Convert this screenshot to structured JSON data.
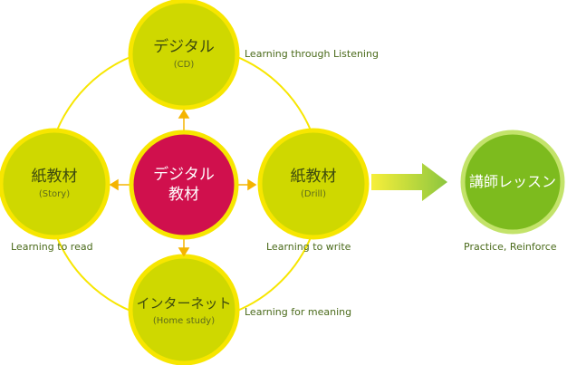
{
  "nodes": {
    "top": {
      "title": "デジタル",
      "subtitle": "(CD)",
      "caption": "Learning through Listening"
    },
    "left": {
      "title": "紙教材",
      "subtitle": "(Story)",
      "caption": "Learning to read"
    },
    "center": {
      "title_line1": "デジタル",
      "title_line2": "教材"
    },
    "right": {
      "title": "紙教材",
      "subtitle": "(Drill)",
      "caption": "Learning to write"
    },
    "bottom": {
      "title": "インターネット",
      "subtitle": "(Home study)",
      "caption": "Learning for meaning"
    },
    "lesson": {
      "title": "講師レッスン",
      "caption": "Practice, Reinforce"
    }
  },
  "colors": {
    "node_fill": "#cfd800",
    "node_ring": "#f7e600",
    "center_fill": "#d0104d",
    "lesson_fill": "#7dbb1e",
    "lesson_ring": "#c3e36a",
    "connector": "#f7e600",
    "small_arrow": "#f4b400",
    "caption_text": "#4a6a1a"
  }
}
